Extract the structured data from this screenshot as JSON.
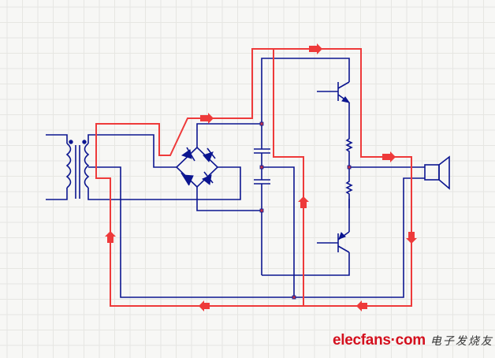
{
  "diagram": {
    "type": "circuit-schematic",
    "components": [
      {
        "name": "transformer",
        "kind": "transformer"
      },
      {
        "name": "bridge-rectifier",
        "kind": "diode-bridge",
        "diodes": 4
      },
      {
        "name": "filter-capacitor-top",
        "kind": "capacitor"
      },
      {
        "name": "filter-capacitor-bottom",
        "kind": "capacitor"
      },
      {
        "name": "transistor-upper",
        "kind": "npn-transistor"
      },
      {
        "name": "transistor-lower",
        "kind": "pnp-transistor"
      },
      {
        "name": "emitter-resistor-top",
        "kind": "resistor"
      },
      {
        "name": "emitter-resistor-bottom",
        "kind": "resistor"
      },
      {
        "name": "speaker",
        "kind": "loudspeaker"
      }
    ],
    "colors": {
      "wire": "#0c1690",
      "current_path": "#ee3a3a",
      "junction": "#c0304a",
      "background": "#f7f7f5",
      "grid": "#e6e6e2"
    }
  },
  "watermark": {
    "brand": "elecfans·com",
    "chinese": "电子发烧友"
  }
}
